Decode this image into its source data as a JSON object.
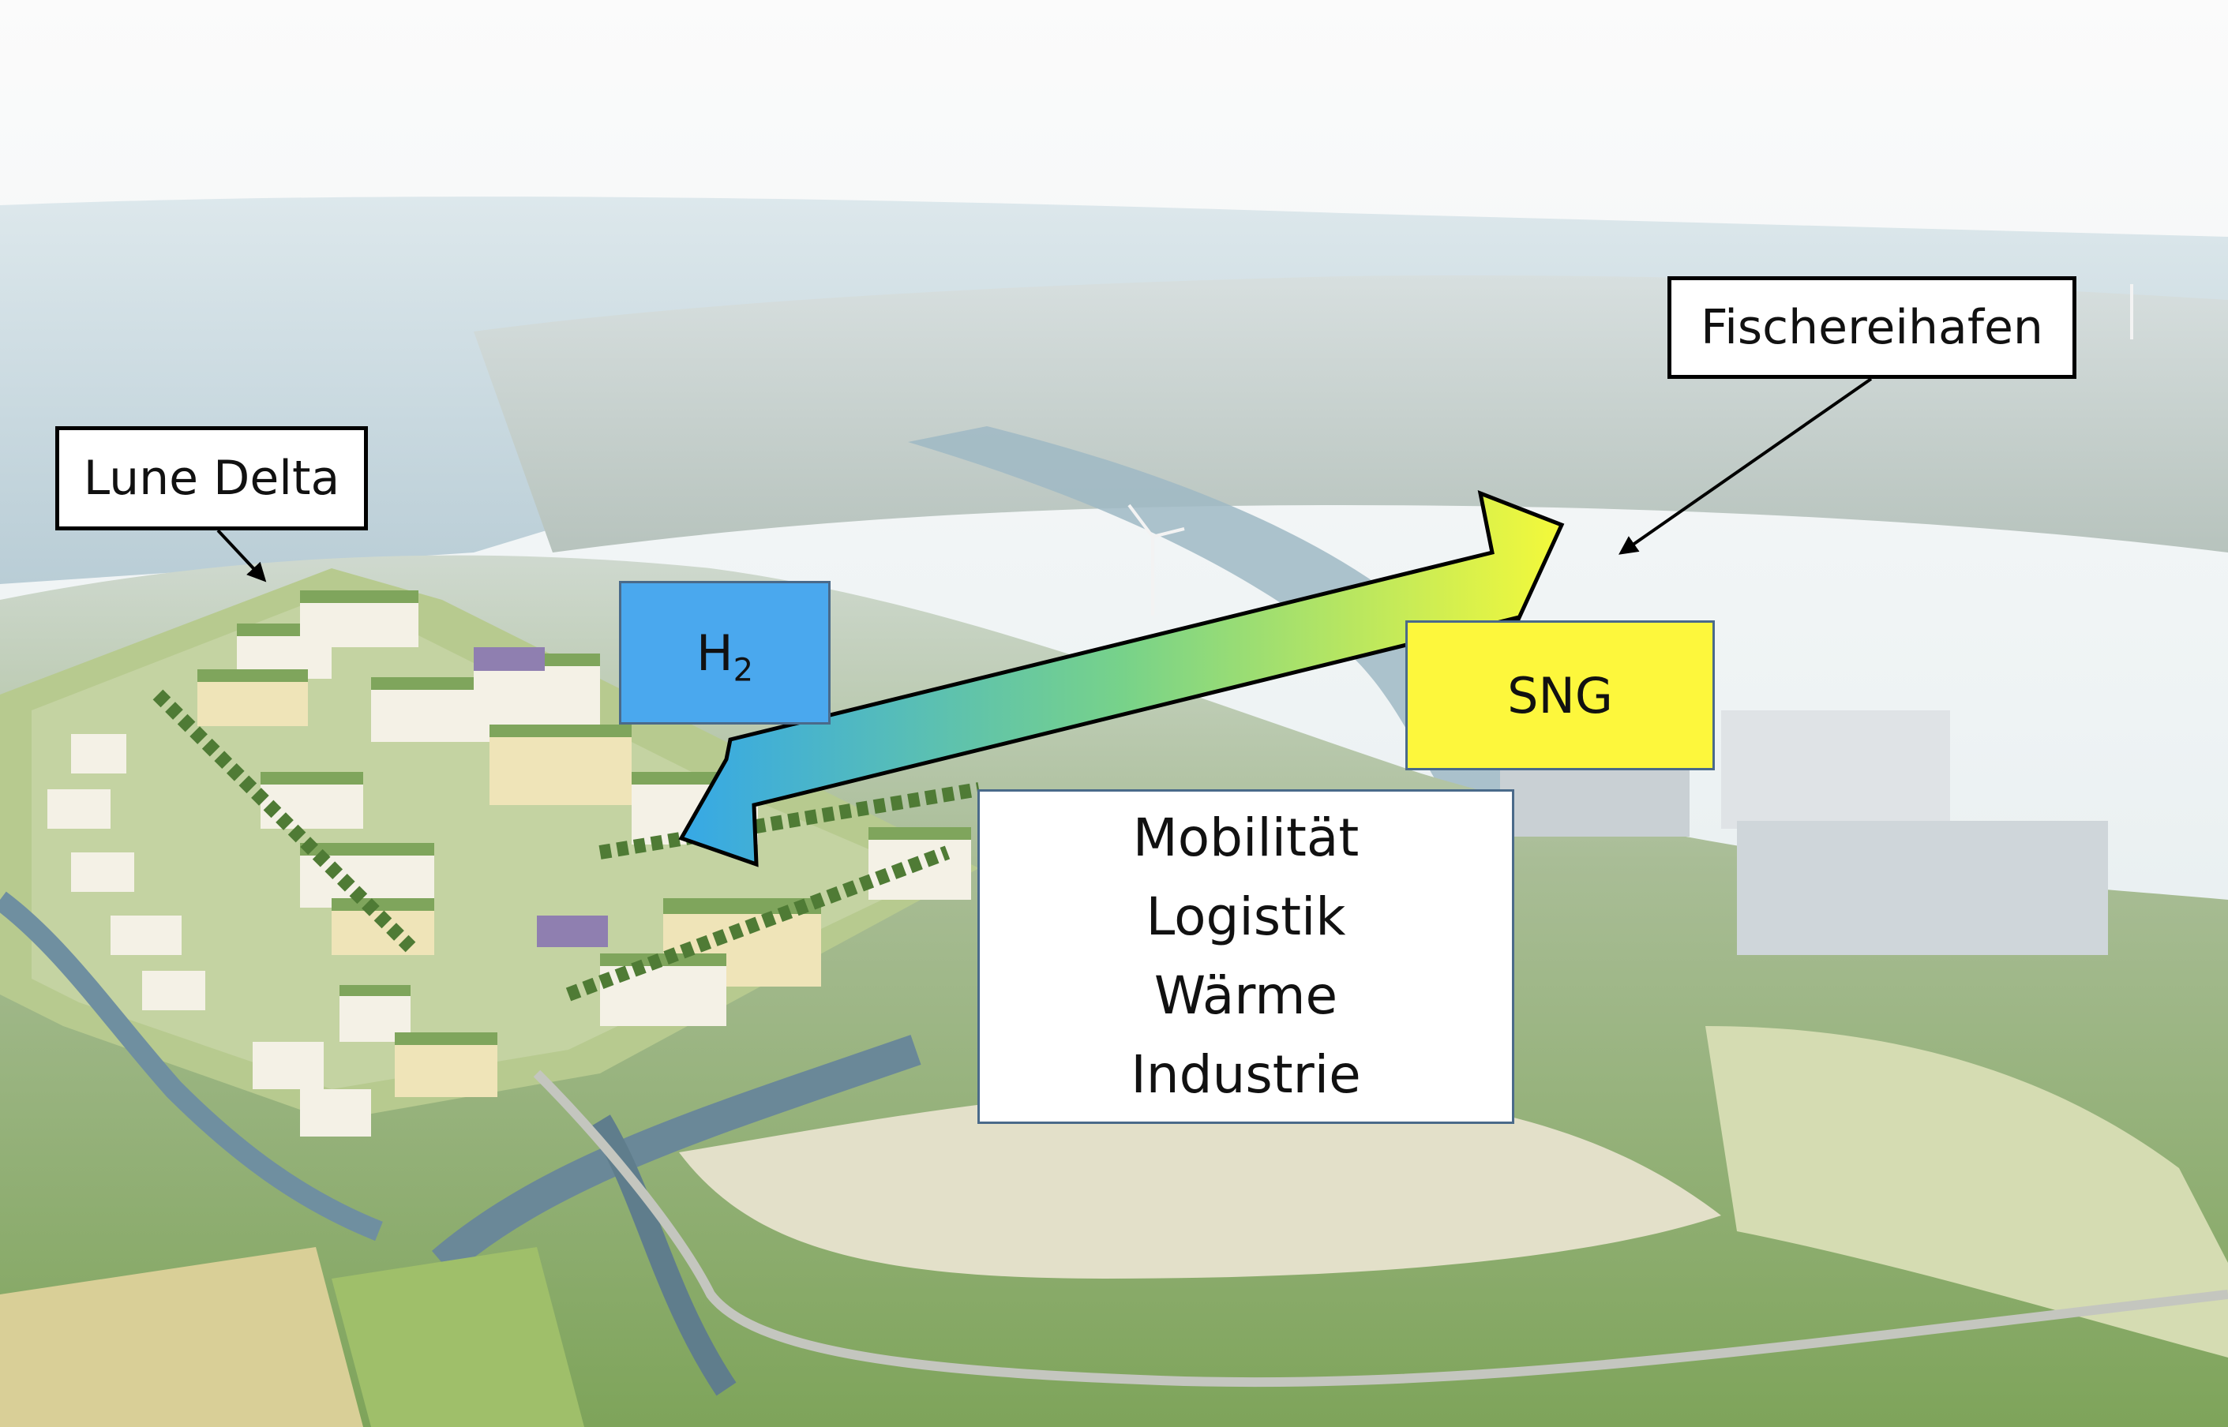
{
  "labels": {
    "lune_delta": "Lune Delta",
    "fischereihafen": "Fischereihafen"
  },
  "energy": {
    "h2_main": "H",
    "h2_sub": "2",
    "sng": "SNG"
  },
  "uses": [
    "Mobilität",
    "Logistik",
    "Wärme",
    "Industrie"
  ],
  "colors": {
    "h2_fill": "#4aa8ee",
    "sng_fill": "#fdf73c",
    "arrow_start": "#36a8e6",
    "arrow_end": "#f4f93a"
  }
}
